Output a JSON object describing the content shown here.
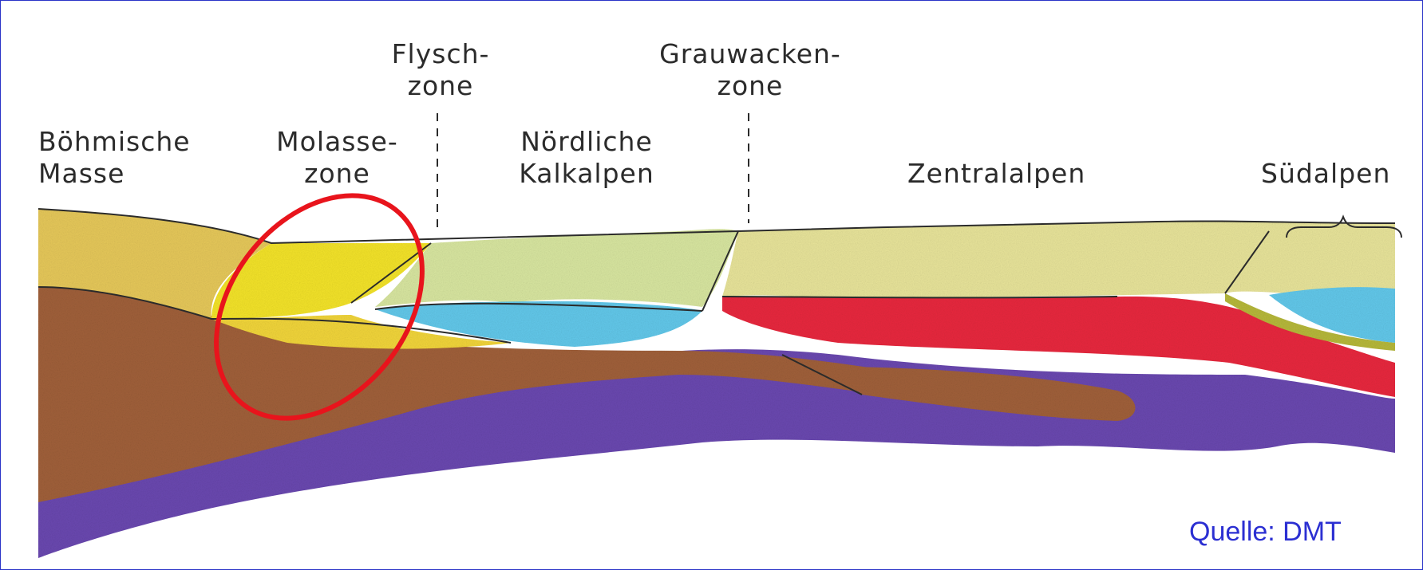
{
  "labels": {
    "boehmische_line1": "Böhmische",
    "boehmische_line2": "Masse",
    "molasse_line1": "Molasse-",
    "molasse_line2": "zone",
    "flysch_line1": "Flysch-",
    "flysch_line2": "zone",
    "kalkalpen_line1": "Nördliche",
    "kalkalpen_line2": "Kalkalpen",
    "grauwacken_line1": "Grauwacken-",
    "grauwacken_line2": "zone",
    "zentralalpen": "Zentralalpen",
    "suedalpen": "Südalpen"
  },
  "source": "Quelle: DMT",
  "colors": {
    "border": "#2a33c8",
    "source_text": "#2b2fd2",
    "highlight_ellipse": "#e8141c",
    "molasse": "#f3e32a",
    "boehmische_top": "#e6c85a",
    "kalkalpen_top": "#d8e6a0",
    "limestone_blue": "#62c8ea",
    "basement_brown": "#a0603a",
    "mantle_purple": "#6a48b0",
    "crystalline_red": "#e8283e",
    "zentralalpen_top": "#e8e49a",
    "olive_band": "#b6b83a"
  }
}
